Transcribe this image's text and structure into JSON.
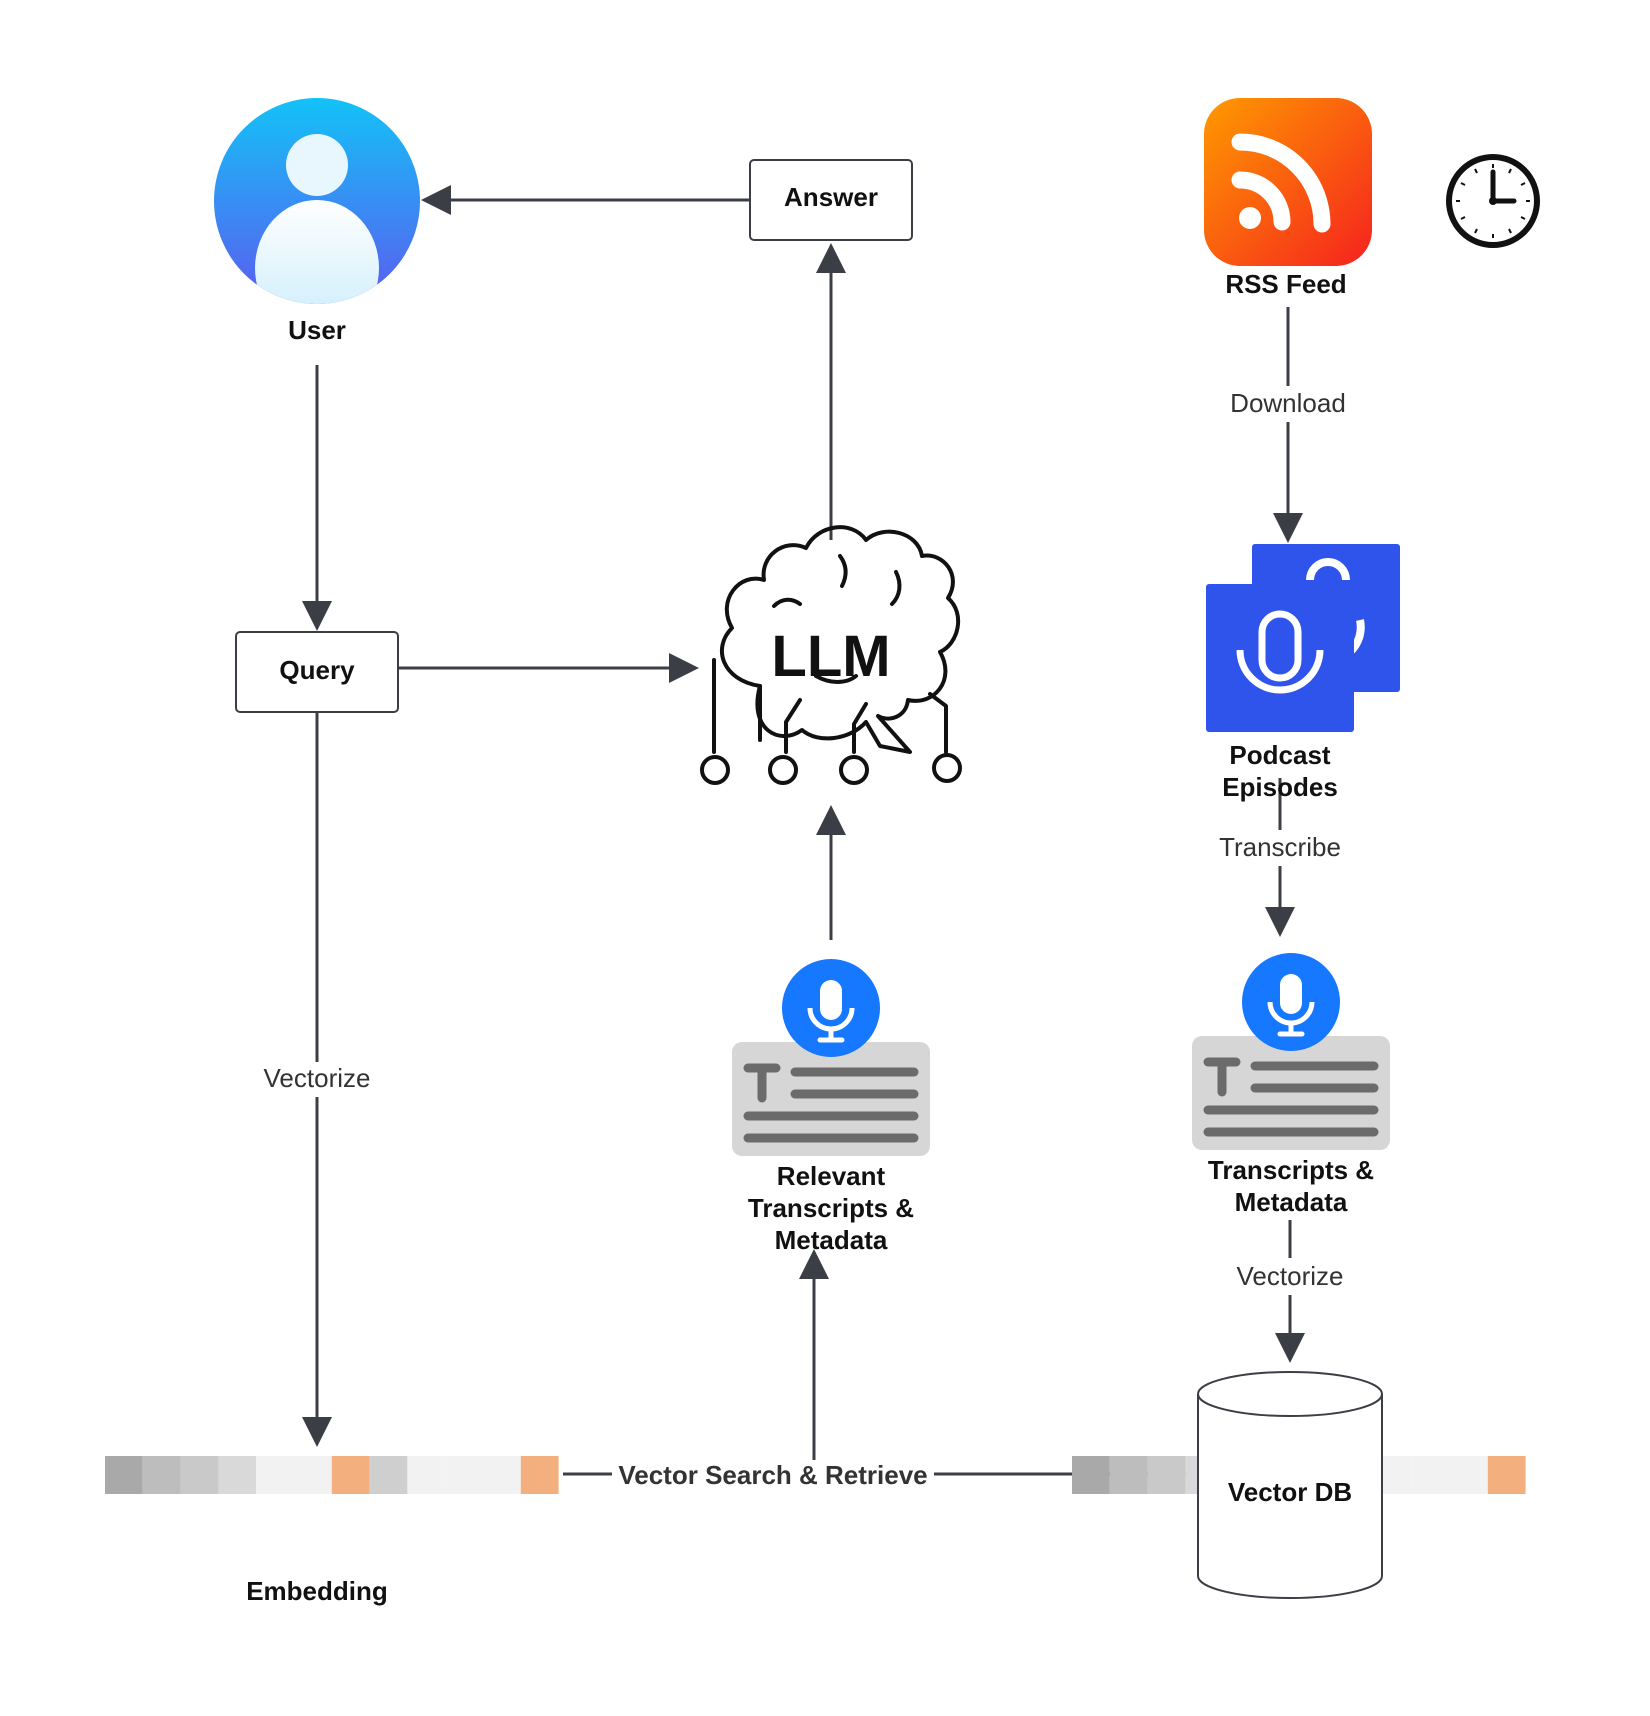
{
  "nodes": {
    "user": {
      "label": "User"
    },
    "answer": {
      "label": "Answer"
    },
    "query": {
      "label": "Query"
    },
    "llm": {
      "label": "LLM"
    },
    "rss": {
      "label": "RSS Feed"
    },
    "podcast": {
      "label_line1": "Podcast",
      "label_line2": "Episodes"
    },
    "relevant": {
      "label_line1": "Relevant",
      "label_line2": "Transcripts &",
      "label_line3": "Metadata"
    },
    "transcripts": {
      "label_line1": "Transcripts &",
      "label_line2": "Metadata"
    },
    "vectordb": {
      "label": "Vector DB"
    },
    "embedding": {
      "label": "Embedding"
    }
  },
  "edges": {
    "download": "Download",
    "transcribe": "Transcribe",
    "vectorize_left": "Vectorize",
    "vectorize_right": "Vectorize",
    "vector_search": "Vector Search & Retrieve"
  },
  "embedding_cells": [
    "#a9a9a9",
    "#bdbdbd",
    "#c9c9c9",
    "#d9d9d9",
    "#f2f2f2",
    "#f2f2f2",
    "#f3b07e",
    "#cfcfcf",
    "#f2f2f2",
    "#f2f2f2",
    "#f2f2f2",
    "#f3b07e"
  ],
  "db_embedding_cells": [
    "#a9a9a9",
    "#bdbdbd",
    "#c9c9c9",
    "#d9d9d9",
    "#f2f2f2",
    "#f2f2f2",
    "#f3b07e",
    "#cfcfcf",
    "#f2f2f2",
    "#f2f2f2",
    "#f2f2f2",
    "#f3b07e"
  ],
  "colors": {
    "line": "#3b3f45",
    "user_top": "#13c2f7",
    "user_bottom": "#5b5cf0",
    "rss_top": "#ff8a00",
    "rss_bottom": "#f5221e",
    "podcast_blue": "#2f54eb",
    "mic_blue": "#1677ff",
    "doc_gray": "#d6d6d6",
    "doc_line": "#6b6b6b"
  },
  "icons": [
    "user-icon",
    "rss-icon",
    "clock-icon",
    "brain-llm-icon",
    "podcast-mic-icon",
    "transcript-mic-icon",
    "database-icon"
  ]
}
